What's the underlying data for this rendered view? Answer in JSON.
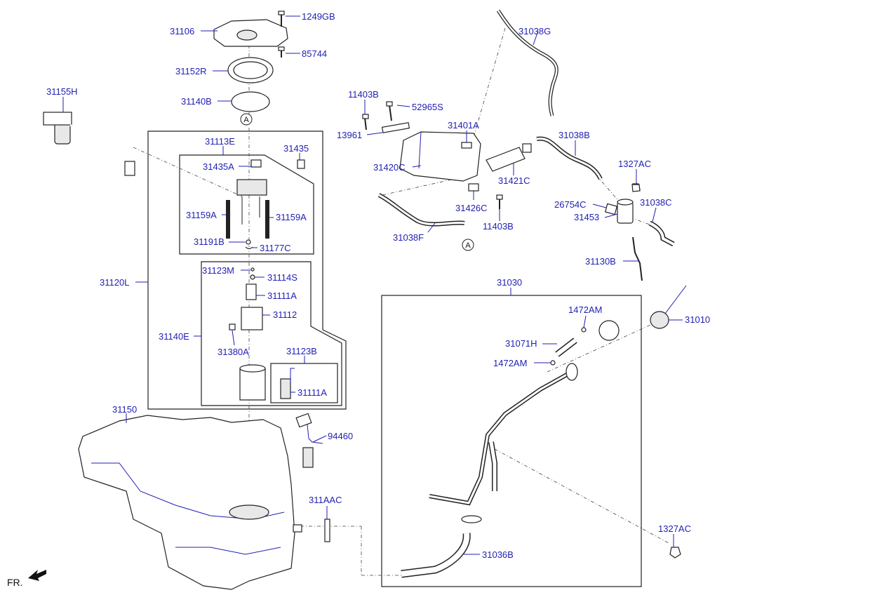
{
  "callouts": [
    {
      "text": "1249GB"
    },
    {
      "text": "31106"
    },
    {
      "text": "85744"
    },
    {
      "text": "31152R"
    },
    {
      "text": "31140B"
    },
    {
      "text": "31155H"
    },
    {
      "text": "31113E"
    },
    {
      "text": "31435"
    },
    {
      "text": "31435A"
    },
    {
      "text": "31159A"
    },
    {
      "text": "31159A"
    },
    {
      "text": "31191B"
    },
    {
      "text": "31177C"
    },
    {
      "text": "31123M"
    },
    {
      "text": "31114S"
    },
    {
      "text": "31111A"
    },
    {
      "text": "31112"
    },
    {
      "text": "31120L"
    },
    {
      "text": "31140E"
    },
    {
      "text": "31380A"
    },
    {
      "text": "31123B"
    },
    {
      "text": "31111A"
    },
    {
      "text": "31150"
    },
    {
      "text": "94460"
    },
    {
      "text": "311AAC"
    },
    {
      "text": "31038G"
    },
    {
      "text": "11403B"
    },
    {
      "text": "52965S"
    },
    {
      "text": "31401A"
    },
    {
      "text": "13961"
    },
    {
      "text": "31038B"
    },
    {
      "text": "31420C"
    },
    {
      "text": "31421C"
    },
    {
      "text": "1327AC"
    },
    {
      "text": "31426C"
    },
    {
      "text": "11403B"
    },
    {
      "text": "26754C"
    },
    {
      "text": "31038C"
    },
    {
      "text": "31453"
    },
    {
      "text": "31038F"
    },
    {
      "text": "31130B"
    },
    {
      "text": "31030"
    },
    {
      "text": "1472AM"
    },
    {
      "text": "31010"
    },
    {
      "text": "31071H"
    },
    {
      "text": "1472AM"
    },
    {
      "text": "1327AC"
    },
    {
      "text": "31036B"
    }
  ],
  "ref_markers": [
    "A",
    "A"
  ],
  "front_indicator": "FR.",
  "colors": {
    "label": "#1f1fb4",
    "line": "#222222"
  }
}
